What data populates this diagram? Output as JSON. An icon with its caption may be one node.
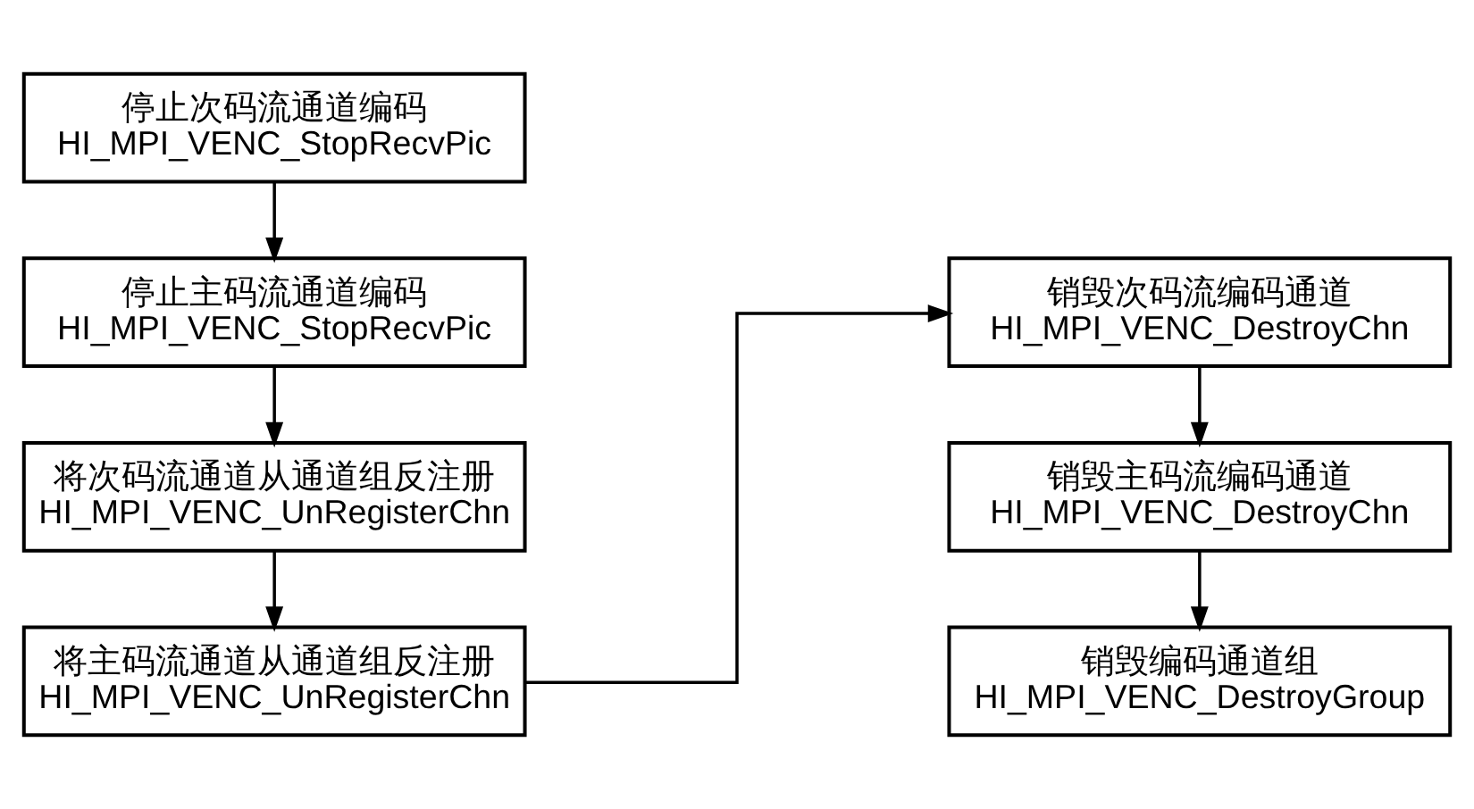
{
  "diagram": {
    "nodes": [
      {
        "text": [
          "停止次码流通道编码",
          "HI_MPI_VENC_StopRecvPic"
        ]
      },
      {
        "text": [
          "停止主码流通道编码",
          "HI_MPI_VENC_StopRecvPic"
        ]
      },
      {
        "text": [
          "将次码流通道从通道组反注册",
          "HI_MPI_VENC_UnRegisterChn"
        ]
      },
      {
        "text": [
          "将主码流通道从通道组反注册",
          "HI_MPI_VENC_UnRegisterChn"
        ]
      },
      {
        "text": [
          "销毁次码流编码通道",
          "HI_MPI_VENC_DestroyChn"
        ]
      },
      {
        "text": [
          "销毁主码流编码通道",
          "HI_MPI_VENC_DestroyChn"
        ]
      },
      {
        "text": [
          "销毁编码通道组",
          "HI_MPI_VENC_DestroyGroup"
        ]
      }
    ],
    "edges": [
      {
        "from": 0,
        "to": 1,
        "arrow": "to"
      },
      {
        "from": 1,
        "to": 2,
        "arrow": "to"
      },
      {
        "from": 2,
        "to": 3,
        "arrow": "to"
      },
      {
        "from": 3,
        "to": 4,
        "arrow": "to"
      },
      {
        "from": 4,
        "to": 5,
        "arrow": "to"
      },
      {
        "from": 5,
        "to": 6,
        "arrow": "to"
      }
    ]
  }
}
